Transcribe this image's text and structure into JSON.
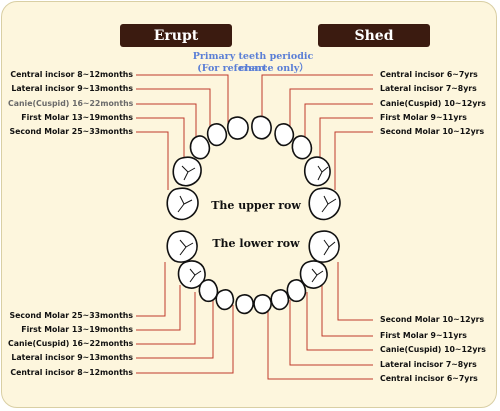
{
  "header": {
    "erupt": "Erupt",
    "shed": "Shed",
    "title_line1": "Primary teeth periodic chart",
    "title_line2": "(For reference only）"
  },
  "rows": {
    "upper": "The upper row",
    "lower": "The lower row"
  },
  "upper_erupt": [
    "Central incisor 8~12months",
    "Lateral incisor 9~13months",
    "Canie(Cuspid) 16~22months",
    "First Molar 13~19months",
    "Second Molar 25~33months"
  ],
  "upper_shed": [
    "Central incisor 6~7yrs",
    "Lateral incisor 7~8yrs",
    "Canie(Cuspid) 10~12yrs",
    "First Molar 9~11yrs",
    "Second Molar 10~12yrs"
  ],
  "lower_erupt": [
    "Second Molar 25~33months",
    "First Molar 13~19months",
    "Canie(Cuspid) 16~22months",
    "Lateral incisor 9~13months",
    "Central incisor 8~12months"
  ],
  "lower_shed": [
    "Second Molar 10~12yrs",
    "First Molar 9~11yrs",
    "Canie(Cuspid) 10~12yrs",
    "Lateral incisor 7~8yrs",
    "Central incisor 6~7yrs"
  ],
  "colors": {
    "background": "#fdf6dd",
    "badge": "#3b1b10",
    "title": "#5b7fd6",
    "leader": "#c0392b"
  }
}
